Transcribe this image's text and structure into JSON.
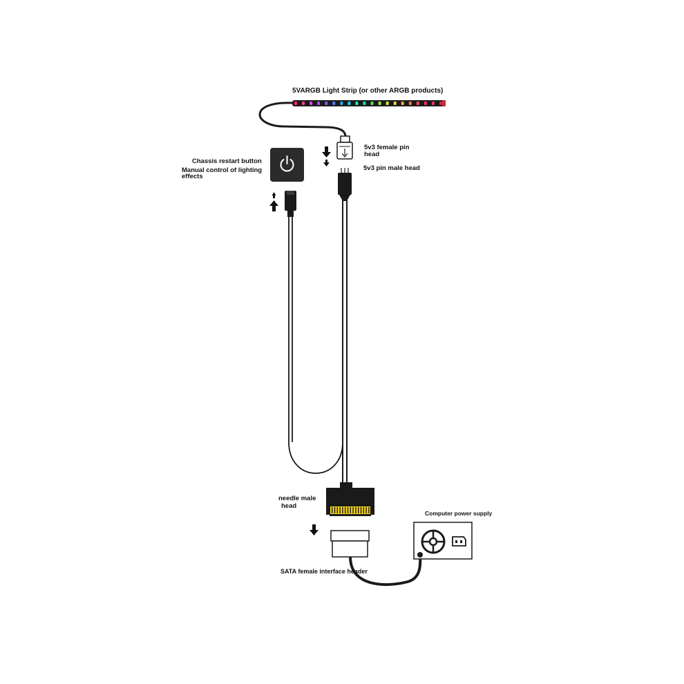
{
  "labels": {
    "strip": "5VARGB Light Strip (or other ARGB products)",
    "female_pin_1": "5v3 female pin",
    "female_pin_2": "head",
    "male_pin": "5v3 pin male head",
    "chassis_button": "Chassis restart button",
    "manual_1": "Manual control of lighting",
    "manual_2": "effects",
    "needle_1": "needle male",
    "needle_2": "head",
    "power_supply": "Computer power supply",
    "sata_female": "SATA female interface header"
  },
  "icons": {
    "button": "power-icon",
    "psu_fan": "fan-icon",
    "psu_socket": "power-socket-icon",
    "arrows": "arrow-icon"
  },
  "colors": {
    "cable": "#1a1a1a",
    "connector_pins": "#f2d21a",
    "button_body": "#2b2b2b",
    "strip_leds": [
      "#ff2a6d",
      "#ff3fa4",
      "#e040fb",
      "#b04bff",
      "#7c5cff",
      "#4f7dff",
      "#27a6ff",
      "#17d0ff",
      "#1de9d2",
      "#22e39a",
      "#48e26a",
      "#9be83c",
      "#d8e83a",
      "#ffd23a",
      "#ffa83a",
      "#ff7a3a",
      "#ff4d4d",
      "#ff2f6e",
      "#e8366b",
      "#c62a3a"
    ]
  }
}
